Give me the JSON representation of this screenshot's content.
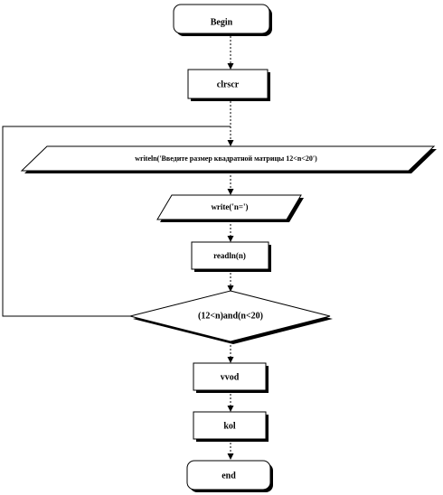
{
  "flowchart": {
    "nodes": [
      {
        "id": "begin",
        "shape": "terminator",
        "text": "Begin"
      },
      {
        "id": "clrscr",
        "shape": "process",
        "text": "clrscr"
      },
      {
        "id": "prompt",
        "shape": "io",
        "text": "writeln('Введите  размер квадратной  матрицы 12<n<20')"
      },
      {
        "id": "write_n",
        "shape": "io",
        "text": "write('n=')"
      },
      {
        "id": "readln",
        "shape": "process",
        "text": "readln(n)"
      },
      {
        "id": "check",
        "shape": "decision",
        "text": "(12<n)and(n<20)"
      },
      {
        "id": "vvod",
        "shape": "process",
        "text": "vvod"
      },
      {
        "id": "kol",
        "shape": "process",
        "text": "kol"
      },
      {
        "id": "end",
        "shape": "terminator",
        "text": "end"
      }
    ],
    "edges": [
      {
        "from": "begin",
        "to": "clrscr"
      },
      {
        "from": "clrscr",
        "to": "prompt"
      },
      {
        "from": "prompt",
        "to": "write_n"
      },
      {
        "from": "write_n",
        "to": "readln"
      },
      {
        "from": "readln",
        "to": "check"
      },
      {
        "from": "check",
        "to": "prompt",
        "kind": "loop-back"
      },
      {
        "from": "check",
        "to": "vvod"
      },
      {
        "from": "vvod",
        "to": "kol"
      },
      {
        "from": "kol",
        "to": "end"
      }
    ]
  },
  "colors": {
    "stroke": "#000000",
    "fill": "#ffffff",
    "shadow": "#000000"
  }
}
